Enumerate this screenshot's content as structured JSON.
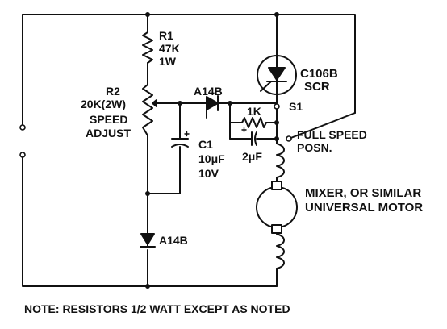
{
  "r1": {
    "ref": "R1",
    "value": "47K",
    "rating": "1W"
  },
  "r2": {
    "ref": "R2",
    "value": "20K(2W)",
    "note_line1": "SPEED",
    "note_line2": "ADJUST"
  },
  "d1": {
    "ref": "A14B"
  },
  "d2": {
    "ref": "A14B"
  },
  "r3": {
    "value": "1K"
  },
  "c1": {
    "ref": "C1",
    "value": "10μF",
    "voltage": "10V"
  },
  "c2": {
    "value": "2μF"
  },
  "scr": {
    "part": "C106B",
    "type": "SCR"
  },
  "switch": {
    "ref": "S1",
    "pos_line1": "FULL SPEED",
    "pos_line2": "POSN."
  },
  "motor": {
    "line1": "MIXER, OR SIMILAR",
    "line2": "UNIVERSAL MOTOR"
  },
  "footer_note": "NOTE: RESISTORS 1/2 WATT EXCEPT AS NOTED"
}
